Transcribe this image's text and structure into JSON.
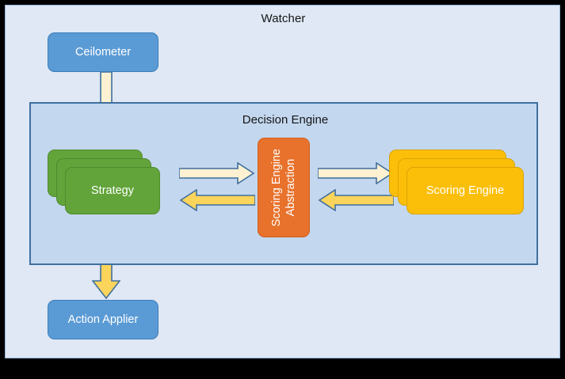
{
  "diagram": {
    "type": "block-architecture",
    "outer": {
      "title": "Watcher",
      "fill": "#dfe8f4",
      "border": "#9ab4d6"
    },
    "subpanel": {
      "title": "Decision Engine",
      "fill": "#c3d7ee",
      "border": "#3f6f9f"
    },
    "nodes": {
      "ceilometer": {
        "label": "Ceilometer",
        "color": "#5b9bd5"
      },
      "action_applier": {
        "label": "Action Applier",
        "color": "#5b9bd5"
      },
      "strategy": {
        "label": "Strategy",
        "color": "#62a43a",
        "stack_count": 3
      },
      "scoring_engine": {
        "label": "Scoring Engine",
        "color": "#fcbf09",
        "stack_count": 3
      },
      "scoring_engine_abstraction": {
        "label": "Scoring Engine\nAbstraction",
        "color": "#e8722c",
        "orientation": "vertical"
      }
    },
    "arrows": [
      {
        "name": "ceilometer-to-strategy",
        "from": "Ceilometer",
        "to": "Strategy",
        "direction": "down",
        "color": "#fdf1d2"
      },
      {
        "name": "strategy-to-action-applier",
        "from": "Strategy",
        "to": "Action Applier",
        "direction": "down",
        "color": "#fbd45c"
      },
      {
        "name": "strategy-to-abstraction",
        "from": "Strategy",
        "to": "Scoring Engine Abstraction",
        "direction": "right",
        "color": "#fdf1d2"
      },
      {
        "name": "abstraction-to-strategy",
        "from": "Scoring Engine Abstraction",
        "to": "Strategy",
        "direction": "left",
        "color": "#fbd45c"
      },
      {
        "name": "abstraction-to-scoring-engine",
        "from": "Scoring Engine Abstraction",
        "to": "Scoring Engine",
        "direction": "right",
        "color": "#fdf1d2"
      },
      {
        "name": "scoring-engine-to-abstraction",
        "from": "Scoring Engine",
        "to": "Scoring Engine Abstraction",
        "direction": "left",
        "color": "#fbd45c"
      }
    ]
  }
}
